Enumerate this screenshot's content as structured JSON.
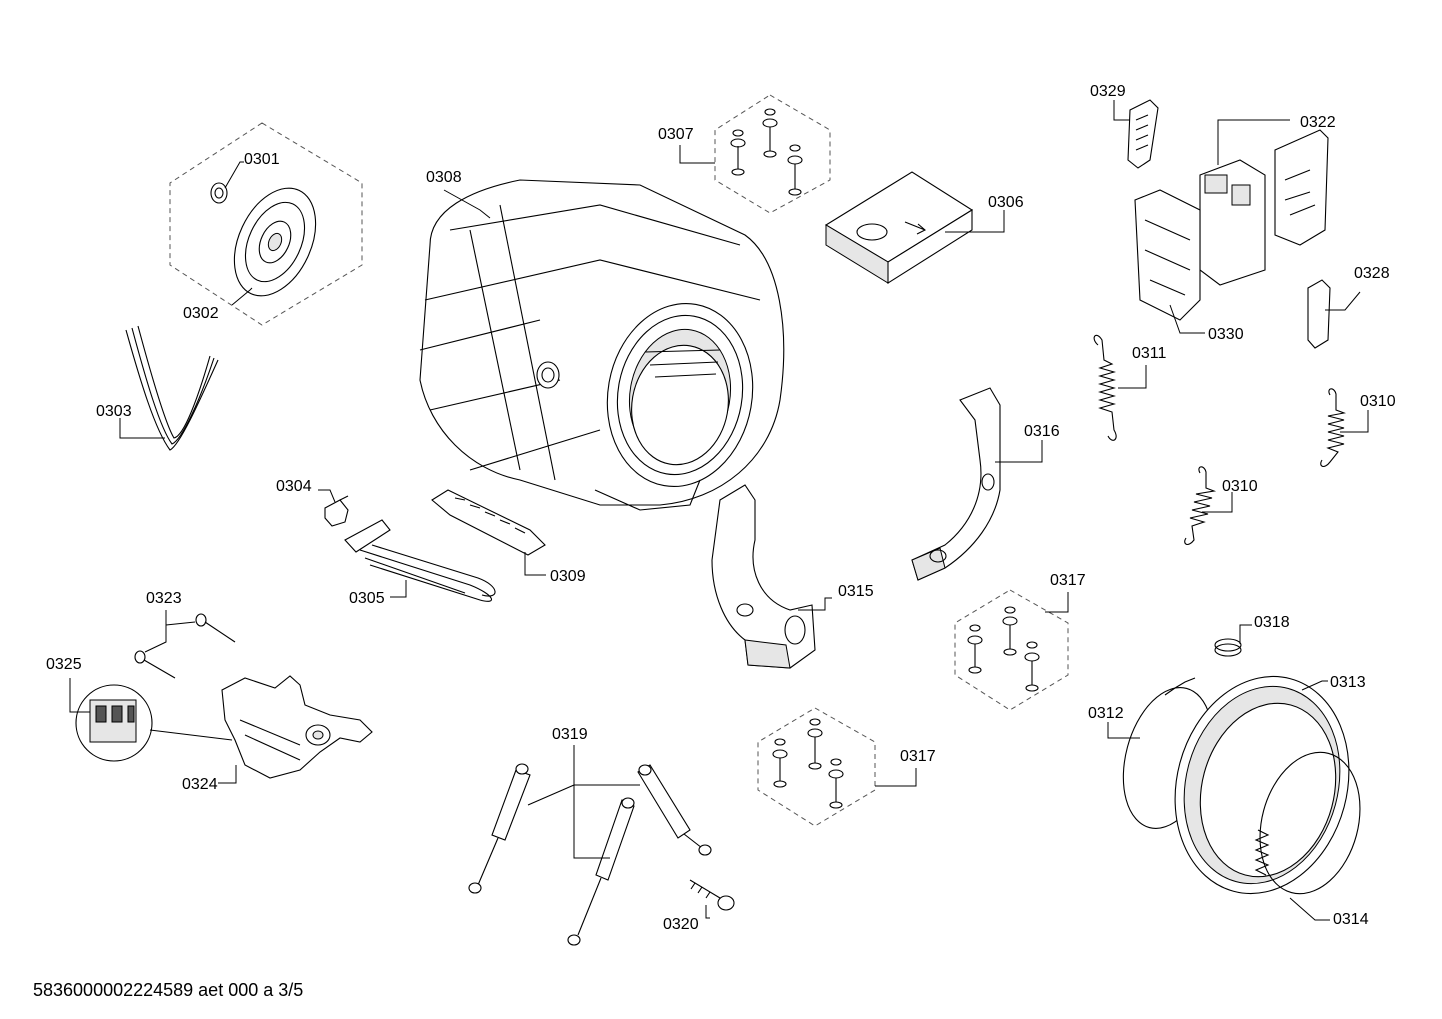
{
  "diagram": {
    "labels": {
      "p0301": "0301",
      "p0302": "0302",
      "p0303": "0303",
      "p0304": "0304",
      "p0305": "0305",
      "p0306": "0306",
      "p0307": "0307",
      "p0308": "0308",
      "p0309": "0309",
      "p0310a": "0310",
      "p0310b": "0310",
      "p0311": "0311",
      "p0312": "0312",
      "p0313": "0313",
      "p0314": "0314",
      "p0315": "0315",
      "p0316": "0316",
      "p0317a": "0317",
      "p0317b": "0317",
      "p0318": "0318",
      "p0319": "0319",
      "p0320": "0320",
      "p0322": "0322",
      "p0323": "0323",
      "p0324": "0324",
      "p0325": "0325",
      "p0328": "0328",
      "p0329": "0329",
      "p0330": "0330"
    },
    "footer": "5836000002224589 aet 000 a 3/5"
  }
}
